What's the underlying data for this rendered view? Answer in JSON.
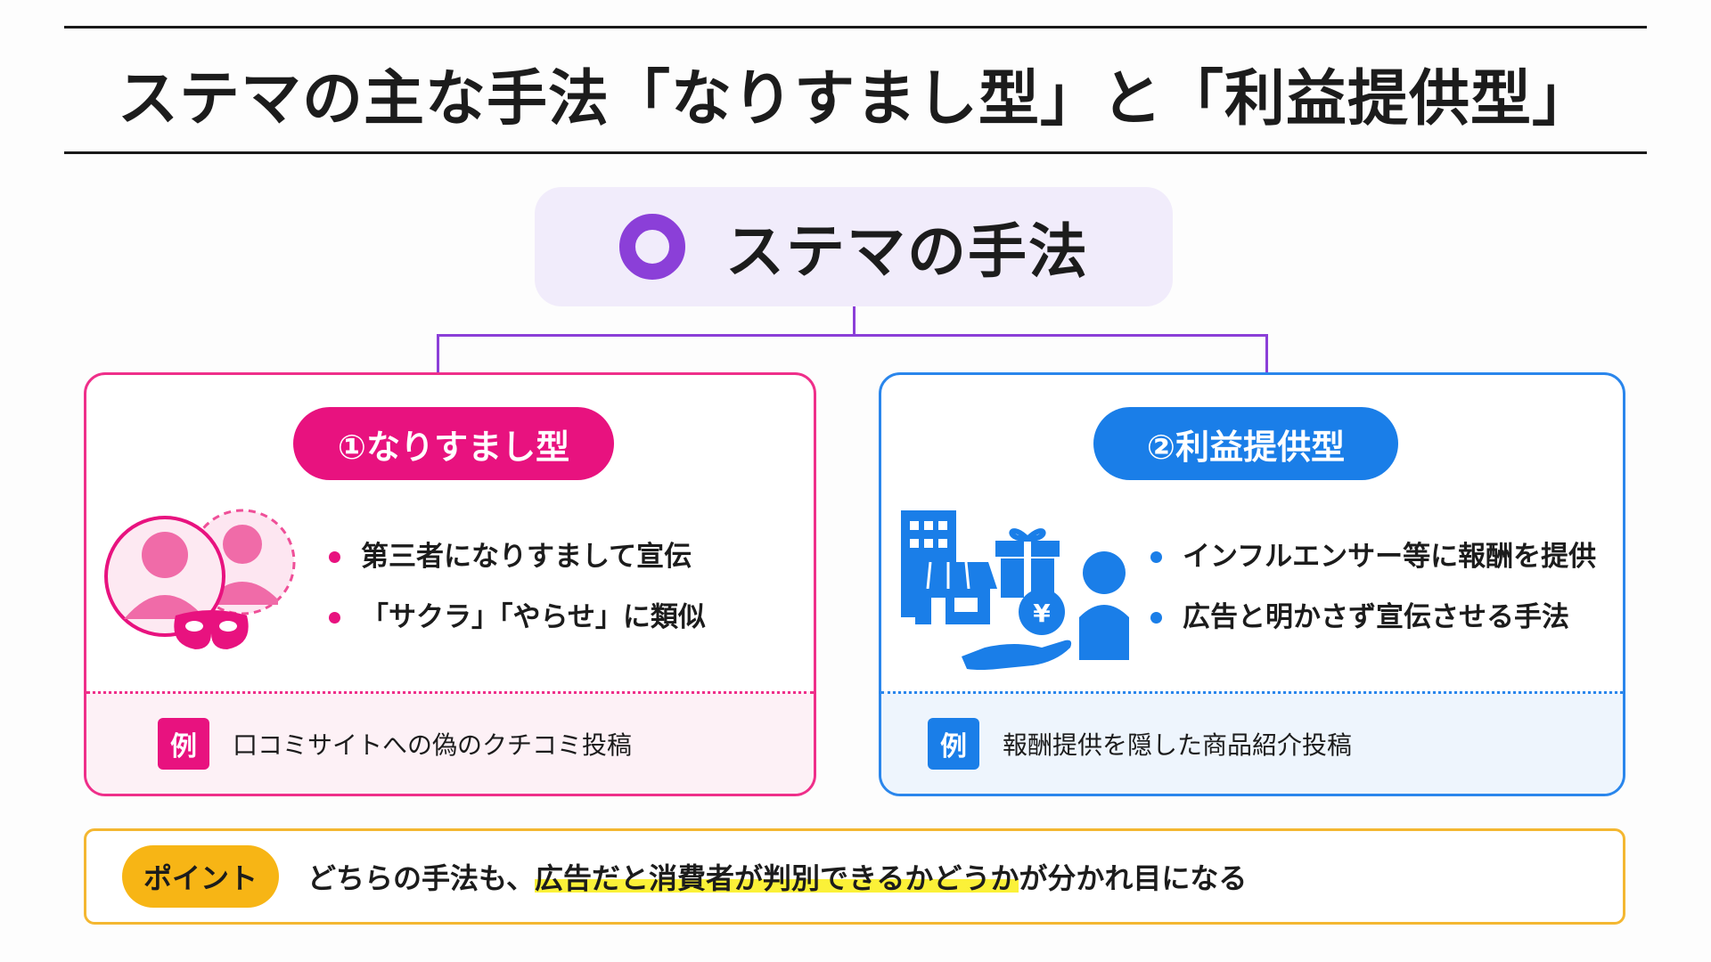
{
  "title": "ステマの主な手法「なりすまし型」と「利益提供型」",
  "root": {
    "label": "ステマの手法"
  },
  "left_card": {
    "heading": "①なりすまし型",
    "bullets": [
      "第三者になりすまして宣伝",
      "「サクラ」「やらせ」に類似"
    ],
    "example_tag": "例",
    "example_text": "口コミサイトへの偽のクチコミ投稿",
    "icon": "masked-people-icon"
  },
  "right_card": {
    "heading": "②利益提供型",
    "bullets": [
      "インフルエンサー等に報酬を提供",
      "広告と明かさず宣伝させる手法"
    ],
    "example_tag": "例",
    "example_text": "報酬提供を隠した商品紹介投稿",
    "icon": "business-gift-reward-icon",
    "icon_symbol": "¥"
  },
  "point": {
    "label": "ポイント",
    "text_before": "どちらの手法も、",
    "text_highlight": "広告だと消費者が判別できるかどうか",
    "text_after": "が分かれ目になる"
  },
  "colors": {
    "left_accent": "#e8127f",
    "right_accent": "#1a7ee8",
    "root_accent": "#8b3fd8",
    "point_accent": "#f7b515"
  }
}
